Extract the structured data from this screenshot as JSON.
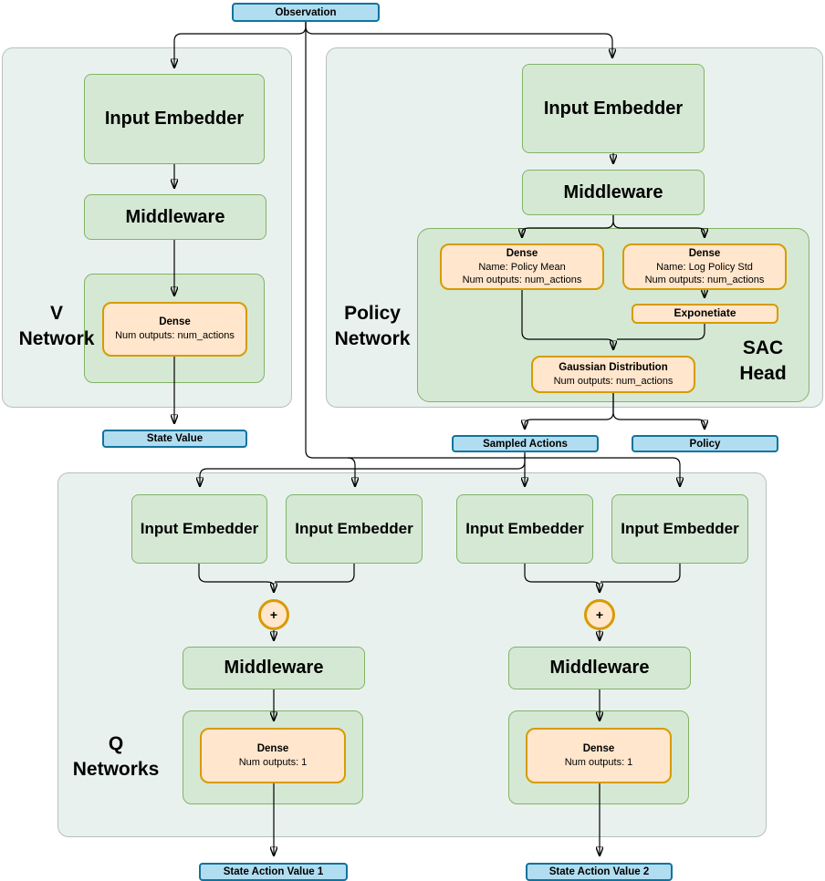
{
  "colors": {
    "container_fill": "#e9f1ee",
    "container_stroke": "#b7c0bd",
    "green_fill": "#d5e8d4",
    "green_stroke": "#82b366",
    "orange_fill": "#ffe6cc",
    "orange_stroke": "#d79b00",
    "blue_fill": "#b1ddf0",
    "blue_stroke": "#10739e"
  },
  "observation": {
    "label": "Observation"
  },
  "v_network": {
    "label": "V\nNetwork",
    "input_embedder": "Input Embedder",
    "middleware": "Middleware",
    "dense": {
      "title": "Dense",
      "detail": "Num outputs: num_actions"
    },
    "output": "State Value"
  },
  "policy_network": {
    "label": "Policy\nNetwork",
    "input_embedder": "Input Embedder",
    "middleware": "Middleware",
    "sac_head": {
      "label": "SAC\nHead",
      "dense_mean": {
        "title": "Dense",
        "name": "Name: Policy Mean",
        "outputs": "Num outputs: num_actions"
      },
      "dense_std": {
        "title": "Dense",
        "name": "Name: Log Policy Std",
        "outputs": "Num outputs: num_actions"
      },
      "exponentiate": "Exponetiate",
      "gaussian": {
        "title": "Gaussian Distribution",
        "outputs": "Num outputs: num_actions"
      }
    },
    "sampled_actions": "Sampled Actions",
    "policy_output": "Policy"
  },
  "q_networks": {
    "label": "Q\nNetworks",
    "input_embedder": "Input Embedder",
    "plus": "+",
    "middleware": "Middleware",
    "dense": {
      "title": "Dense",
      "detail": "Num outputs: 1"
    },
    "output1": "State Action Value 1",
    "output2": "State Action Value 2"
  }
}
